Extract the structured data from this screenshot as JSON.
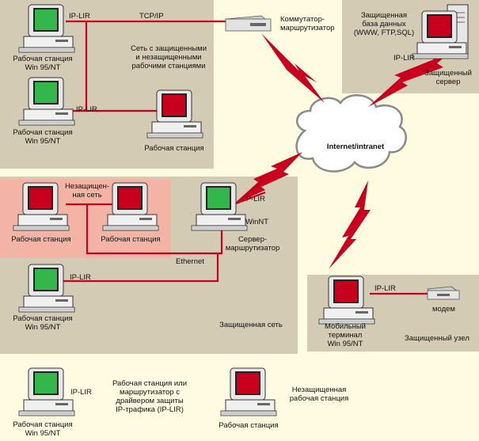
{
  "labels": {
    "ws_top": "Рабочая станция\nWin 95/NT",
    "iplir_top": "IP-LIR",
    "tcpip": "TCP/IP",
    "switch": "Коммутатор-\nмаршрутизатор",
    "net_mixed": "Сеть с защищенными\nи незащищенными\nрабочими станциями",
    "iplir_mid": "IP-LIR",
    "ws_mid": "Рабочая станция\nWin 95/NT",
    "ws_red_top": "Рабочая станция",
    "db": "Защищенная\nбаза данных\n(WWW, FTP,SQL)",
    "iplir_server": "IP-LIR",
    "server_protected": "Защищенный\nсервер",
    "internet": "Internet/intranet",
    "unprotected_net": "Незащищен-\nная сеть",
    "ws_unprot1": "Рабочая станция",
    "ws_unprot2": "Рабочая станция",
    "iplir_router": "IP-LIR",
    "winnt": "WinNT",
    "router": "Сервер-\nмаршрутизатор",
    "ethernet": "Ethernet",
    "iplir_prot": "IP-LIR",
    "ws_prot": "Рабочая станция\nWin 95/NT",
    "protected_net": "Защищенная сеть",
    "iplir_mobile": "IP-LIR",
    "modem": "модем",
    "mobile": "Мобильный\nтерминал\nWin 95/NT",
    "protected_node": "Защищенный узел",
    "legend_iplir": "IP-LIR",
    "legend_ws": "Рабочая станция\nWin 95/NT",
    "legend_desc": "Рабочая станция или\nмаршрутизатор с\nдрайвером защиты\nIP-трафика (IP-LIR)",
    "legend_ws_red": "Рабочая станция",
    "legend_unprot": "Незащищенная\nрабочая станция"
  },
  "colors": {
    "background": "#fffbe1",
    "panel": "#d4cbb5",
    "unprotected_panel": "#f4b4a5",
    "line": "#c8001e",
    "screen_green": "#33b74a",
    "screen_red": "#c8001e"
  },
  "icons": {
    "computer_green": "computer-protected-icon",
    "computer_red": "computer-unprotected-icon",
    "server": "tower-server-icon",
    "switch": "switch-router-icon",
    "modem": "modem-icon",
    "cloud": "cloud-icon",
    "lightning": "lightning-bolt-icon"
  }
}
